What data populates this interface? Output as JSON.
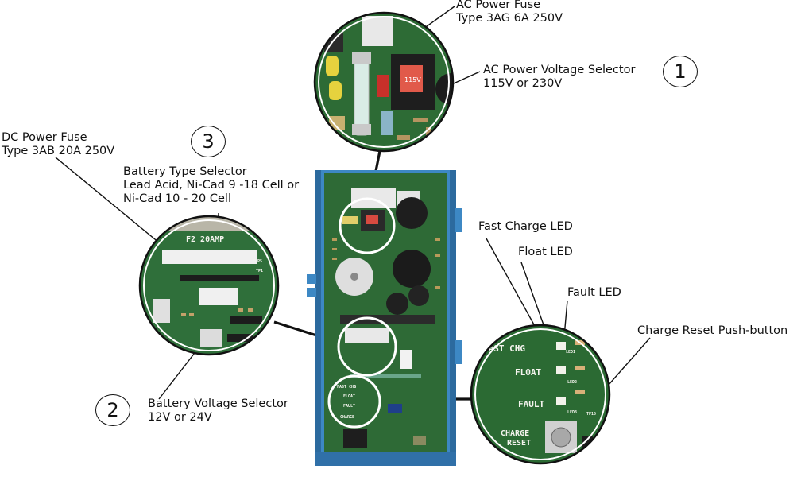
{
  "colors": {
    "board": "#2e6a36",
    "chassis": "#3d88c4",
    "callout_ring": "#ffffff",
    "leader": "#111111"
  },
  "callouts": {
    "ac_fuse": {
      "line1": "AC Power Fuse",
      "line2": "Type 3AG 6A 250V"
    },
    "ac_selector": {
      "line1": "AC Power Voltage Selector",
      "line2": "115V or 230V"
    },
    "dc_fuse": {
      "line1": "DC Power Fuse",
      "line2": "Type 3AB 20A 250V"
    },
    "battery_type": {
      "line1": "Battery Type Selector",
      "line2": "Lead Acid, Ni-Cad 9 -18 Cell or",
      "line3": "Ni-Cad 10 - 20 Cell"
    },
    "battery_voltage": {
      "line1": "Battery Voltage Selector",
      "line2": "12V or 24V"
    },
    "fast_charge_led": "Fast Charge LED",
    "float_led": "Float LED",
    "fault_led": "Fault LED",
    "charge_reset": "Charge Reset Push-button"
  },
  "step_numbers": {
    "one": "1",
    "two": "2",
    "three": "3"
  },
  "board_silkscreen": {
    "fuse_rating": "F2 20AMP",
    "selector_voltage": "115V",
    "fast_chg": "FAST CHG",
    "float": "FLOAT",
    "fault": "FAULT",
    "charge": "CHARGE",
    "reset": "RESET",
    "led1": "LED1",
    "led2": "LED2",
    "led3": "LED3",
    "tp15": "TP15",
    "clp5": "CLP5",
    "tp1": "TP1"
  }
}
